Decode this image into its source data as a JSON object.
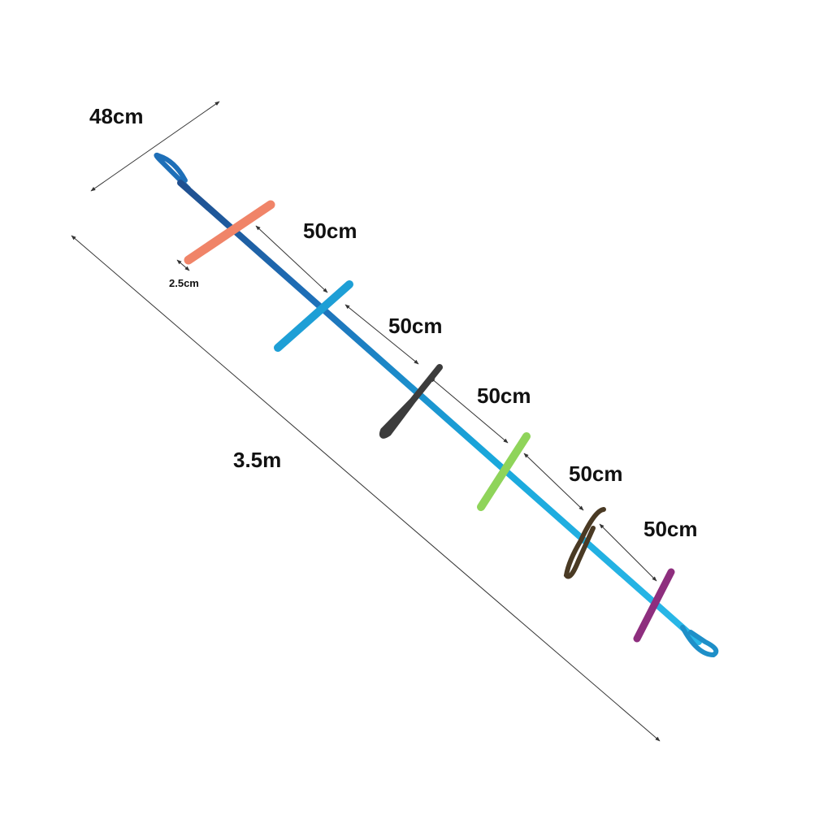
{
  "labels": {
    "width": "48cm",
    "total_length": "3.5m",
    "strap_width": "2.5cm",
    "spacing": [
      "50cm",
      "50cm",
      "50cm",
      "50cm",
      "50cm"
    ]
  },
  "colors": {
    "main_strap": "#1aa8dc",
    "main_strap_dark": "#1f4f8f",
    "handles": [
      "#f08468",
      "#1e9fd6",
      "#3c3c3c",
      "#8fd45a",
      "#4a3a24",
      "#8e2e7e"
    ]
  }
}
